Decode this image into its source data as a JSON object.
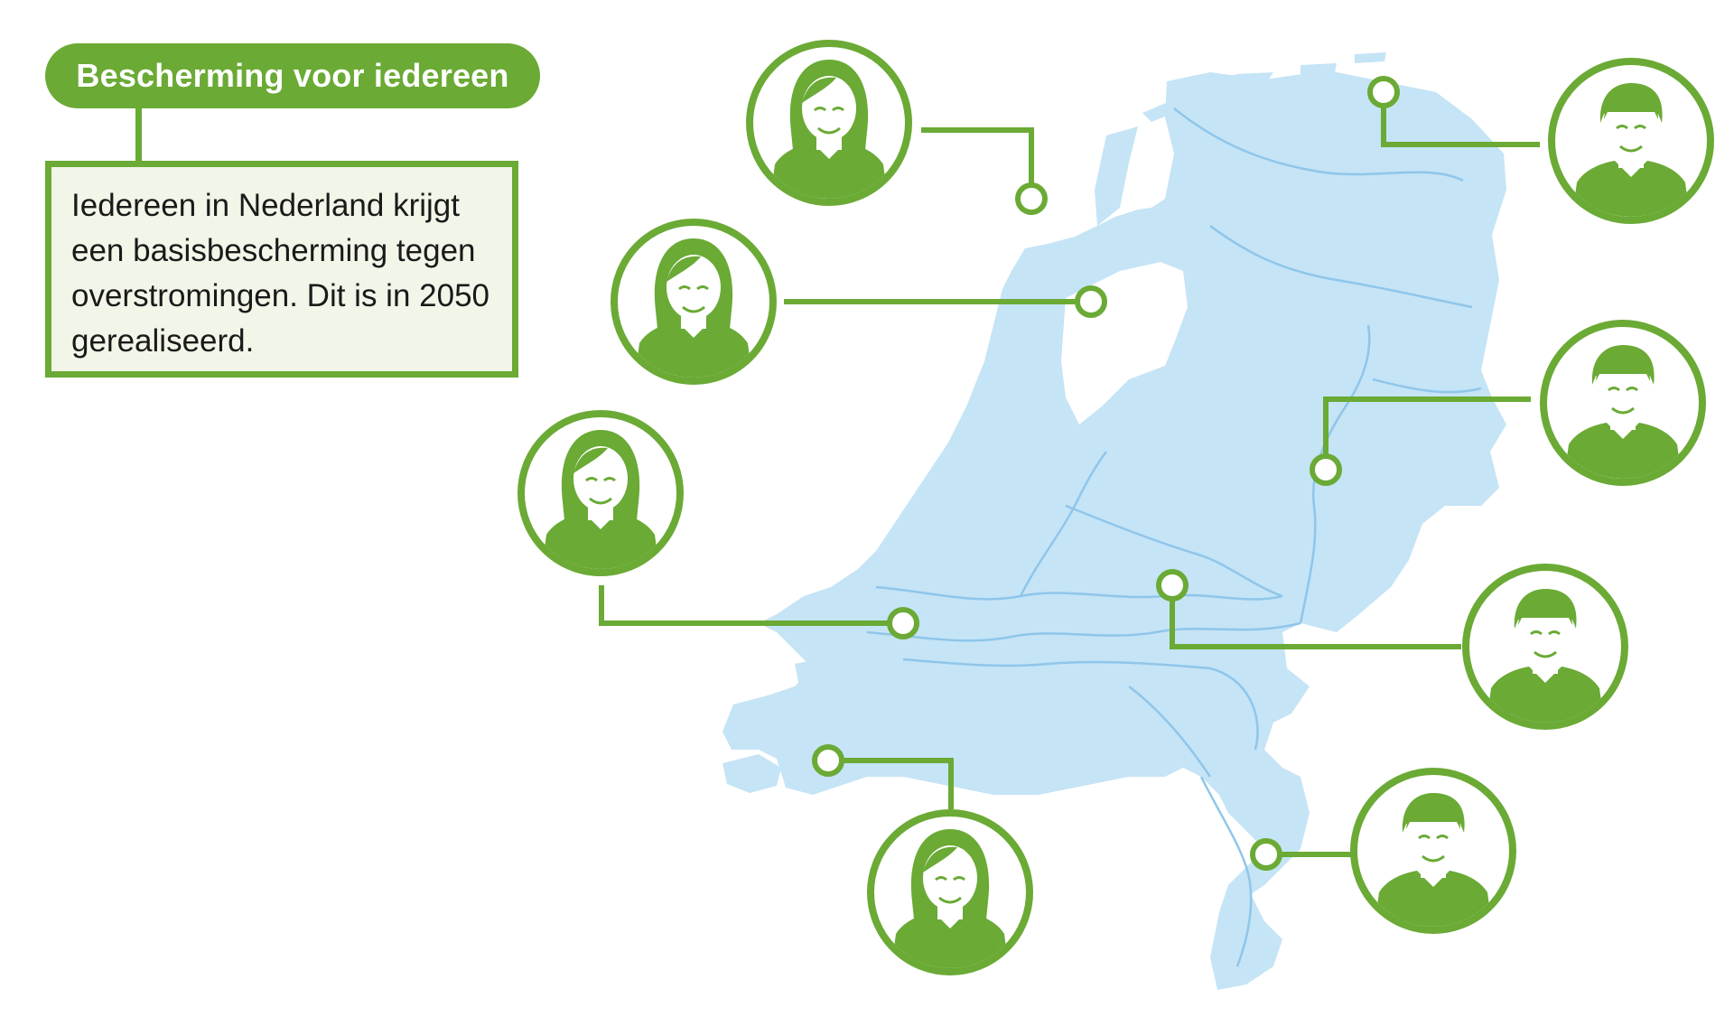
{
  "title": "Bescherming voor iedereen",
  "description": "Iedereen in Nederland krijgt een basisbescherming tegen overstromingen. Dit is in 2050 gerealiseerd.",
  "colors": {
    "green": "#6aaa35",
    "map_fill": "#c5e4f6",
    "river": "#8fc6ea",
    "box_fill": "#f1f6e8"
  },
  "people": [
    {
      "id": "p1",
      "gender": "woman",
      "icon": "woman-avatar-icon"
    },
    {
      "id": "p2",
      "gender": "man",
      "icon": "man-avatar-icon"
    },
    {
      "id": "p3",
      "gender": "woman",
      "icon": "woman-avatar-icon"
    },
    {
      "id": "p4",
      "gender": "man",
      "icon": "man-avatar-icon"
    },
    {
      "id": "p5",
      "gender": "woman",
      "icon": "woman-avatar-icon"
    },
    {
      "id": "p6",
      "gender": "man",
      "icon": "man-avatar-icon"
    },
    {
      "id": "p7",
      "gender": "woman",
      "icon": "woman-avatar-icon"
    },
    {
      "id": "p8",
      "gender": "man",
      "icon": "man-avatar-icon"
    }
  ]
}
